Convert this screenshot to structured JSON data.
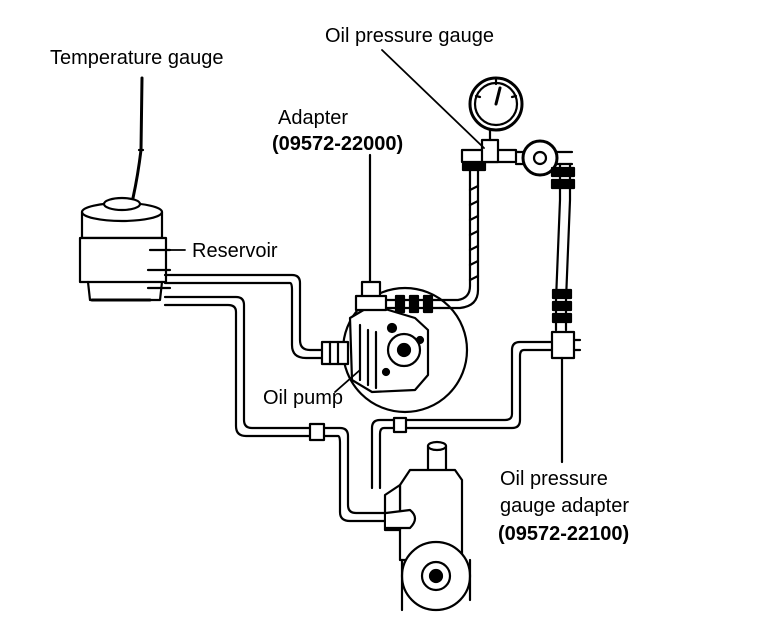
{
  "labels": {
    "temperature_gauge": "Temperature gauge",
    "oil_pressure_gauge": "Oil pressure gauge",
    "adapter_title": "Adapter",
    "adapter_part": "(09572-22000)",
    "reservoir": "Reservoir",
    "oil_pump": "Oil pump",
    "gauge_adapter_line1": "Oil pressure",
    "gauge_adapter_line2": "gauge adapter",
    "gauge_adapter_part": "(09572-22100)"
  }
}
